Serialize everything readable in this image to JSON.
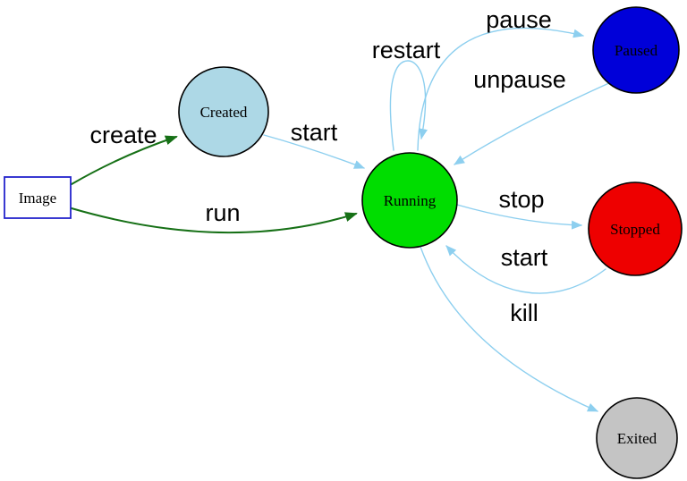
{
  "diagram": {
    "kind": "state-diagram",
    "nodes": {
      "image": {
        "label": "Image",
        "fill": "#ffffff",
        "border": "#2323cc",
        "shape": "rect"
      },
      "created": {
        "label": "Created",
        "fill": "#add8e6",
        "shape": "circle"
      },
      "running": {
        "label": "Running",
        "fill": "#00dd00",
        "shape": "circle"
      },
      "paused": {
        "label": "Paused",
        "fill": "#0000d9",
        "shape": "circle"
      },
      "stopped": {
        "label": "Stopped",
        "fill": "#ee0000",
        "shape": "circle"
      },
      "exited": {
        "label": "Exited",
        "fill": "#c4c4c4",
        "shape": "circle"
      }
    },
    "edges": {
      "create": {
        "label": "create",
        "from": "image",
        "to": "created"
      },
      "run": {
        "label": "run",
        "from": "image",
        "to": "running"
      },
      "start_created": {
        "label": "start",
        "from": "created",
        "to": "running"
      },
      "restart": {
        "label": "restart",
        "from": "running",
        "to": "running"
      },
      "pause": {
        "label": "pause",
        "from": "running",
        "to": "paused"
      },
      "unpause": {
        "label": "unpause",
        "from": "paused",
        "to": "running"
      },
      "stop": {
        "label": "stop",
        "from": "running",
        "to": "stopped"
      },
      "start_stopped": {
        "label": "start",
        "from": "stopped",
        "to": "running"
      },
      "kill": {
        "label": "kill",
        "from": "running",
        "to": "exited"
      }
    },
    "palette": {
      "edge_blue": "#8dcfef",
      "edge_green": "#167016",
      "text": "#000000",
      "background": "#ffffff"
    }
  }
}
